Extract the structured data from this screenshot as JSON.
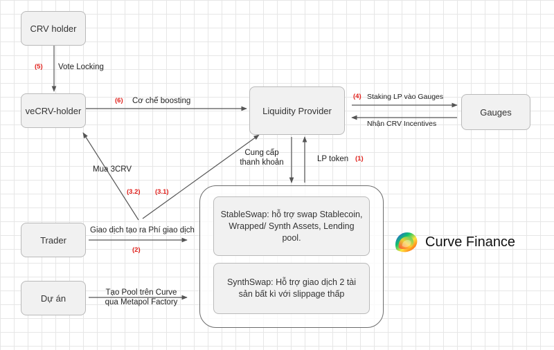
{
  "colors": {
    "step_number": "#e0201b",
    "box_fill": "#f1f1f1",
    "box_border": "#b9b9b9",
    "arrow": "#555555"
  },
  "nodes": {
    "crv_holder": "CRV holder",
    "vecrv_holder": "veCRV-holder",
    "liquidity_provider": "Liquidity Provider",
    "gauges": "Gauges",
    "trader": "Trader",
    "du_an": "Dự án",
    "stableswap": "StableSwap: hỗ trợ swap Stablecoin, Wrapped/ Synth Assets, Lending pool.",
    "synthswap": "SynthSwap: Hỗ trợ giao dịch 2 tài sản bất kì với slippage thấp"
  },
  "edges": {
    "vote_locking": {
      "step": "(5)",
      "label": "Vote Locking"
    },
    "boosting": {
      "step": "(6)",
      "label": "Cơ chế boosting"
    },
    "staking": {
      "step": "(4)",
      "label": "Staking LP vào Gauges"
    },
    "incentives": {
      "label": "Nhận CRV Incentives"
    },
    "provide_liquidity": {
      "label_line1": "Cung cấp",
      "label_line2": "thanh khoản"
    },
    "lp_token": {
      "step": "(1)",
      "label": "LP token"
    },
    "buy_3crv": {
      "step": "(3.2)",
      "label": "Mua 3CRV"
    },
    "fee_to_lp": {
      "step": "(3.1)"
    },
    "trading": {
      "step": "(2)",
      "label": "Giao dịch tạo ra Phí giao dịch"
    },
    "create_pool": {
      "label_line1": "Tạo Pool trên Curve",
      "label_line2": "qua Metapol Factory"
    }
  },
  "brand": {
    "name": "Curve Finance",
    "logo_icon": "curve-rainbow-logo-icon"
  }
}
